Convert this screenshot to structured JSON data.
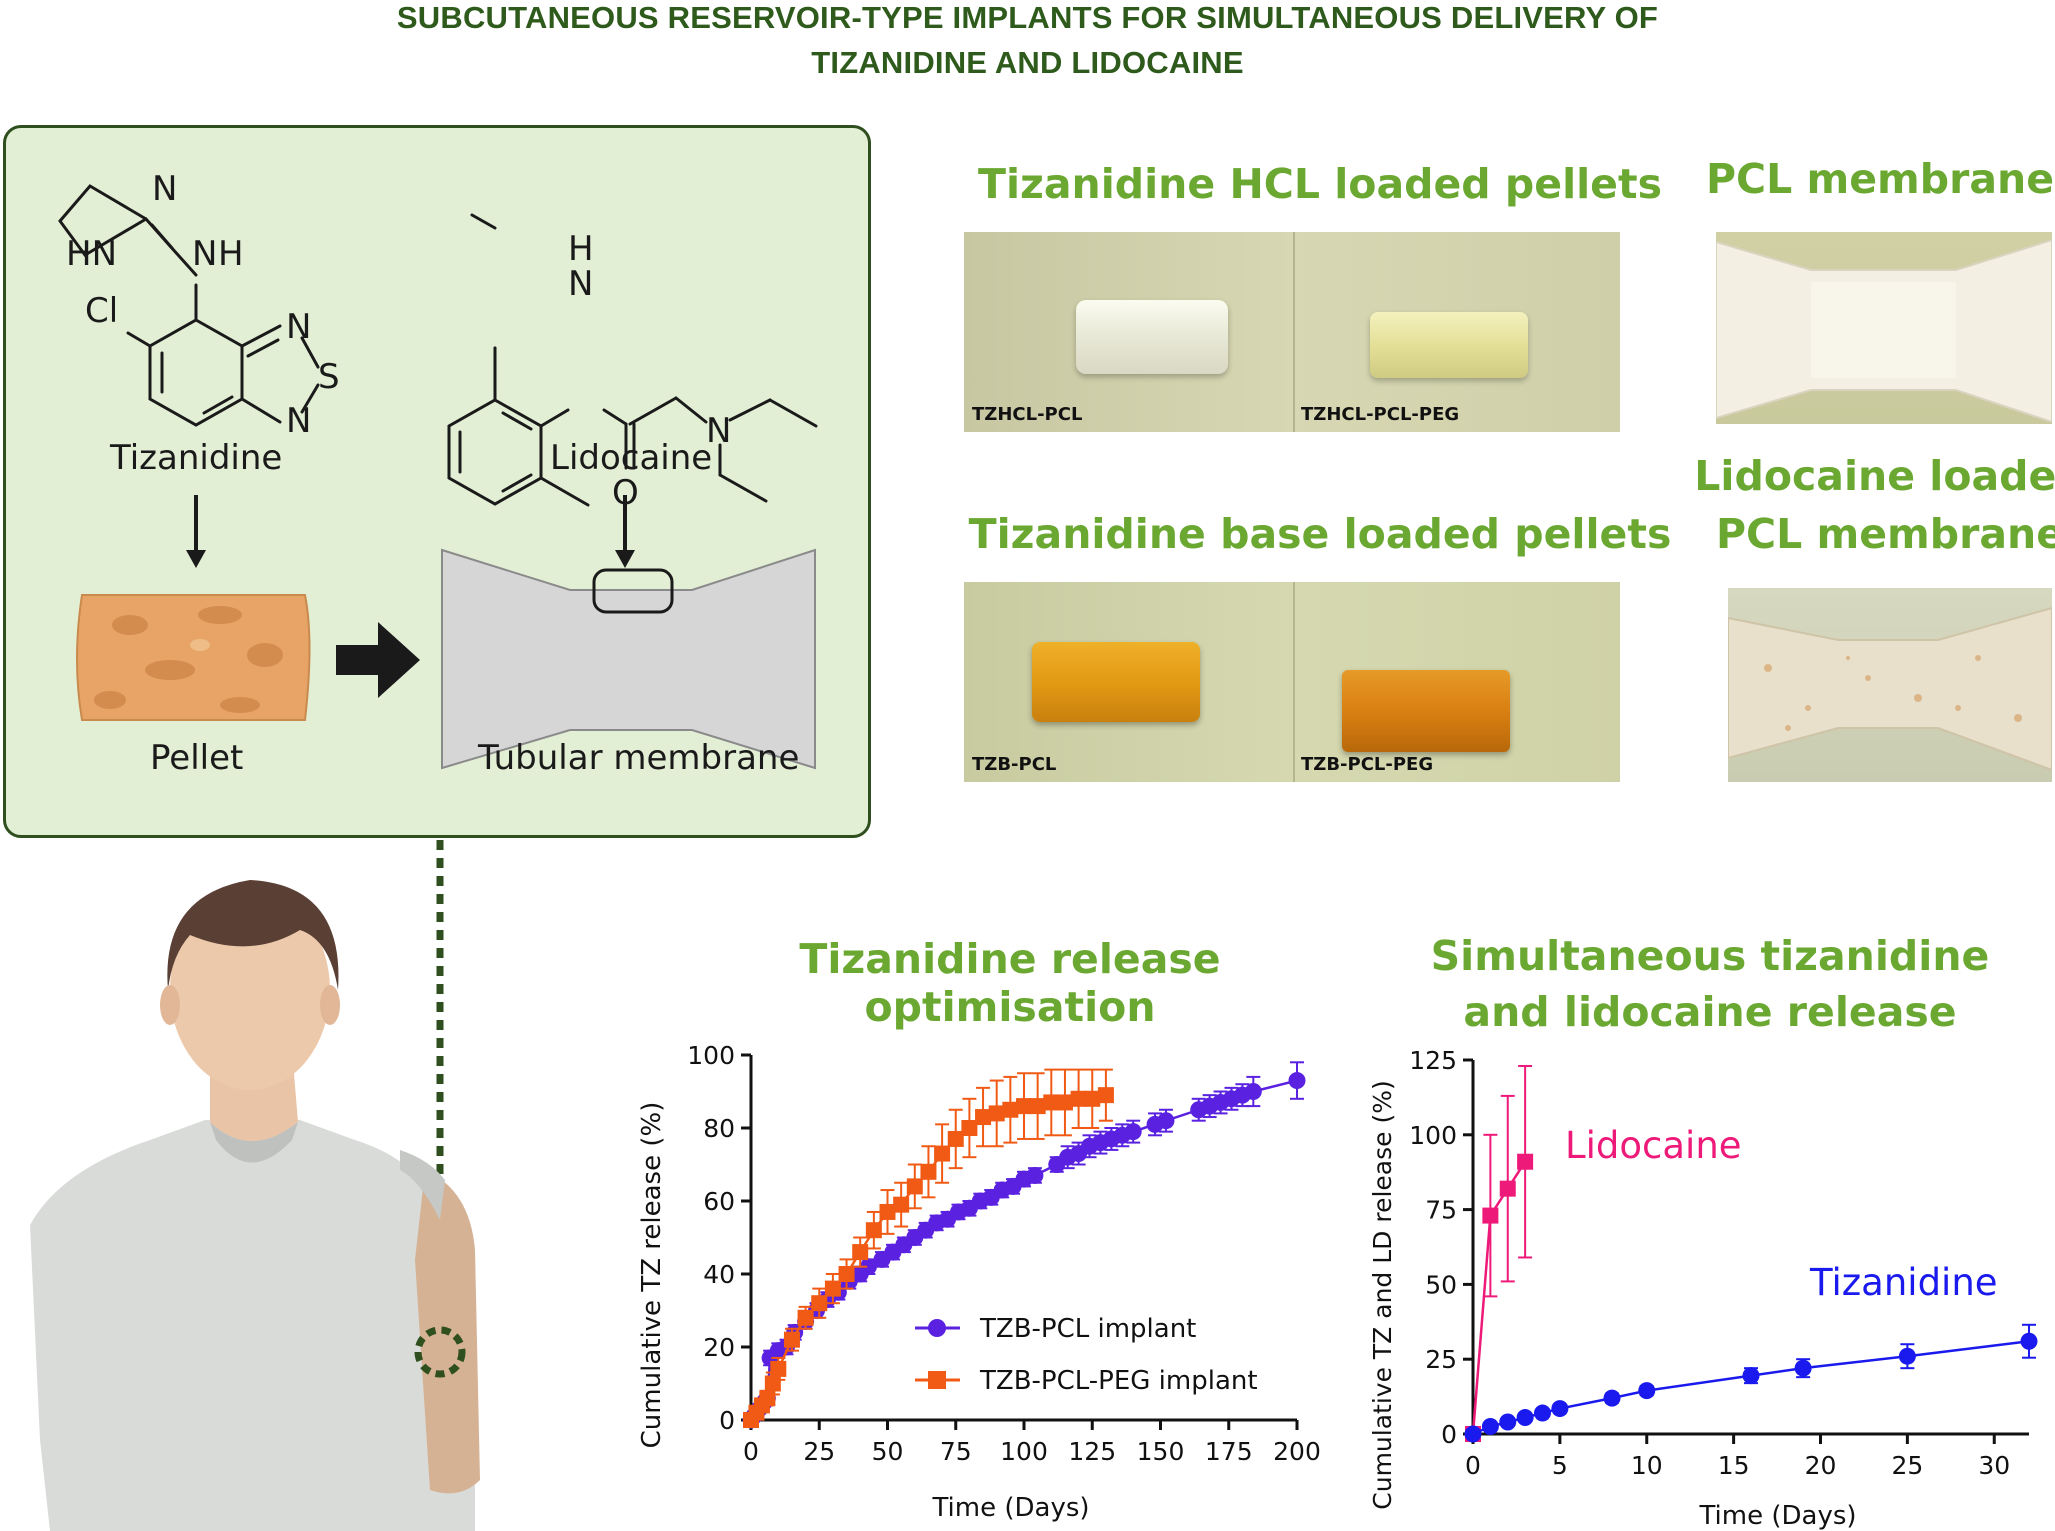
{
  "title": {
    "line1": "SUBCUTANEOUS RESERVOIR-TYPE IMPLANTS FOR SIMULTANEOUS DELIVERY OF",
    "line2": "TIZANIDINE AND LIDOCAINE"
  },
  "schematic": {
    "tizanidine_label": "Tizanidine",
    "lidocaine_label": "Lidocaine",
    "pellet_label": "Pellet",
    "membrane_label": "Tubular membrane",
    "atoms": {
      "N": "N",
      "HN": "HN",
      "H": "H",
      "Cl": "Cl",
      "S": "S",
      "O": "O"
    },
    "colors": {
      "panel_bg": "#e3efd5",
      "panel_border": "#2f4f1f",
      "pellet": "#e7a466",
      "membrane": "#d6d6d6"
    }
  },
  "photos": {
    "hcl_heading": "Tizanidine HCL loaded pellets",
    "hcl_left_label": "TZHCL-PCL",
    "hcl_right_label": "TZHCL-PCL-PEG",
    "base_heading": "Tizanidine base loaded pellets",
    "base_left_label": "TZB-PCL",
    "base_right_label": "TZB-PCL-PEG",
    "pcl_heading": "PCL membrane",
    "lido_heading_line1": "Lidocaine loaded",
    "lido_heading_line2": "PCL membrane"
  },
  "chart_headings": {
    "left": "Tizanidine release optimisation",
    "right_line1": "Simultaneous tizanidine",
    "right_line2": "and lidocaine release"
  },
  "chart_data": [
    {
      "type": "line",
      "title": "",
      "xlabel": "Time (Days)",
      "ylabel": "Cumulative TZ release (%)",
      "xlim": [
        0,
        200
      ],
      "ylim": [
        0,
        100
      ],
      "xticks": [
        0,
        25,
        50,
        75,
        100,
        125,
        150,
        175,
        200
      ],
      "yticks": [
        0,
        20,
        40,
        60,
        80,
        100
      ],
      "legend_position": "bottom-right",
      "series": [
        {
          "name": "TZB-PCL implant",
          "color": "#5a22e0",
          "marker": "circle",
          "x": [
            0,
            1,
            2,
            3,
            4,
            5,
            6,
            7,
            10,
            13,
            16,
            20,
            24,
            28,
            32,
            36,
            40,
            43,
            48,
            52,
            56,
            60,
            64,
            68,
            72,
            76,
            80,
            84,
            88,
            92,
            96,
            100,
            104,
            112,
            116,
            120,
            124,
            128,
            132,
            136,
            140,
            148,
            152,
            164,
            168,
            172,
            176,
            180,
            184,
            200
          ],
          "y": [
            0,
            1,
            2,
            3,
            4,
            5,
            6,
            17,
            19,
            20,
            24,
            27,
            30,
            33,
            35,
            38,
            40,
            42,
            44,
            46,
            48,
            50,
            52,
            54,
            55,
            57,
            58,
            60,
            61,
            63,
            64,
            66,
            67,
            70,
            72,
            73,
            75,
            76,
            77,
            78,
            79,
            81,
            82,
            85,
            86,
            87,
            88,
            89,
            90,
            93
          ],
          "err": [
            1,
            1,
            1,
            1,
            1,
            1,
            1,
            2,
            2,
            2,
            2,
            2,
            2,
            2,
            2,
            2,
            2,
            2,
            2,
            2,
            2,
            2,
            2,
            2,
            2,
            2,
            2,
            2,
            2,
            2,
            2,
            2,
            2,
            2,
            3,
            3,
            3,
            3,
            3,
            3,
            3,
            3,
            3,
            3,
            3,
            3,
            3,
            3,
            4,
            5
          ]
        },
        {
          "name": "TZB-PCL-PEG implant",
          "color": "#f05a14",
          "marker": "square",
          "x": [
            0,
            2,
            4,
            6,
            8,
            10,
            15,
            20,
            25,
            30,
            35,
            40,
            45,
            50,
            55,
            60,
            65,
            70,
            75,
            80,
            85,
            90,
            95,
            100,
            105,
            110,
            115,
            120,
            125,
            130
          ],
          "y": [
            0,
            2,
            4,
            6,
            10,
            14,
            22,
            28,
            32,
            36,
            40,
            46,
            52,
            57,
            59,
            64,
            68,
            73,
            77,
            80,
            83,
            84,
            85,
            86,
            86,
            87,
            87,
            88,
            88,
            89
          ],
          "err": [
            1,
            1,
            1,
            2,
            3,
            3,
            3,
            3,
            4,
            4,
            4,
            4,
            5,
            6,
            6,
            6,
            7,
            8,
            8,
            8,
            8,
            9,
            9,
            9,
            9,
            9,
            9,
            8,
            8,
            7
          ]
        }
      ]
    },
    {
      "type": "line",
      "title": "",
      "xlabel": "Time (Days)",
      "ylabel": "Cumulative TZ and LD release (%)",
      "xlim": [
        0,
        32
      ],
      "ylim": [
        0,
        125
      ],
      "xticks": [
        0,
        5,
        10,
        15,
        20,
        25,
        30
      ],
      "yticks": [
        0,
        25,
        50,
        75,
        100,
        125
      ],
      "series": [
        {
          "name": "Lidocaine",
          "color": "#ee1a7a",
          "marker": "square",
          "x": [
            0,
            1,
            2,
            3
          ],
          "y": [
            0,
            73,
            82,
            91
          ],
          "err": [
            0,
            27,
            31,
            32
          ]
        },
        {
          "name": "Tizanidine",
          "color": "#1a1aee",
          "marker": "circle",
          "x": [
            0,
            1,
            2,
            3,
            4,
            5,
            8,
            10,
            16,
            19,
            25,
            32
          ],
          "y": [
            0,
            2.5,
            4,
            5.5,
            7,
            8.5,
            12,
            14.5,
            19.5,
            22,
            26,
            31
          ],
          "err": [
            0,
            1,
            1,
            1,
            1,
            1,
            1.5,
            1.5,
            2.5,
            3,
            4,
            5.5
          ]
        }
      ]
    }
  ]
}
